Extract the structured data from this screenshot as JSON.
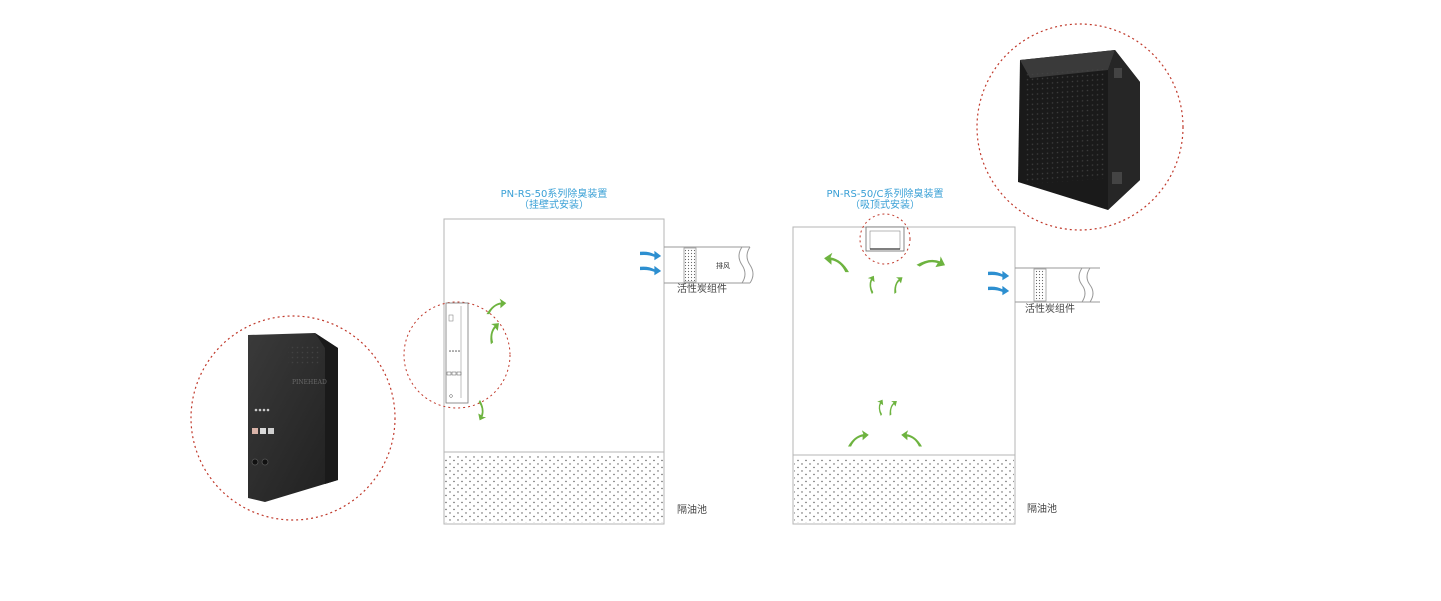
{
  "diagram_left": {
    "title": "PN-RS-50系列除臭装置",
    "subtitle": "（挂壁式安装）",
    "carbon_label": "活性炭组件",
    "exhaust_label": "排风",
    "tank_label": "隔油池",
    "product_brand": "PINEHEAD"
  },
  "diagram_right": {
    "title": "PN-RS-50/C系列除臭装置",
    "subtitle": "（吸顶式安装）",
    "carbon_label": "活性炭组件",
    "tank_label": "隔油池"
  },
  "colors": {
    "title_blue": "#3aa0d6",
    "airflow_green": "#6db33f",
    "exhaust_blue": "#2d8fd0",
    "callout_red": "#c0392b",
    "device_dark": "#2b2b2b",
    "outline_gray": "#b5b5b5"
  }
}
